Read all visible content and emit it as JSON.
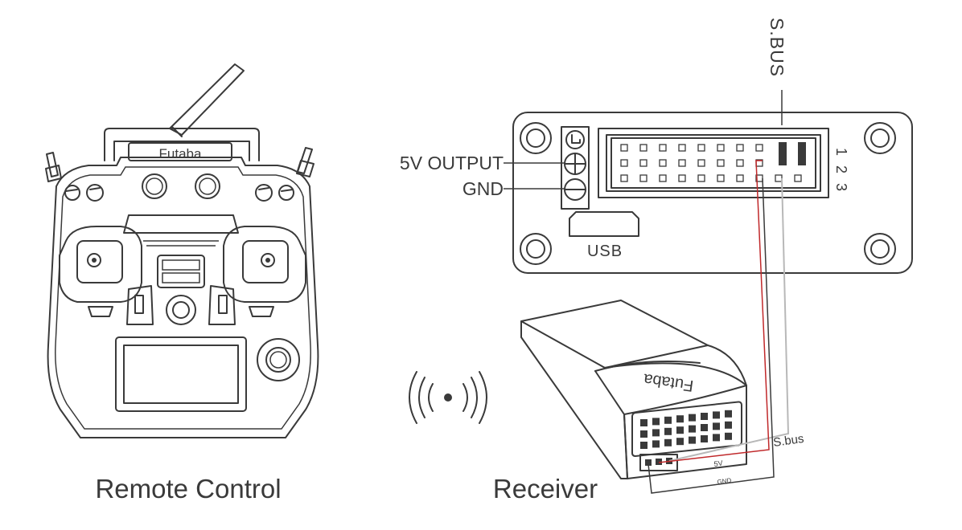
{
  "captions": {
    "remote": "Remote Control",
    "receiver": "Receiver"
  },
  "transmitter": {
    "brand": "Futaba"
  },
  "board": {
    "sbus_label": "S.BUS",
    "output_label": "5V OUTPUT",
    "gnd_label": "GND",
    "usb_label": "USB",
    "row_numbers": [
      "1",
      "2",
      "3"
    ]
  },
  "receiver": {
    "brand": "Futaba",
    "wire_labels": {
      "sbus": "S.bus",
      "v5": "5V",
      "gnd": "GND"
    }
  },
  "colors": {
    "line": "#3a3a3a",
    "wire_5v": "#c0282a",
    "wire_sbus": "#b8b8b8",
    "wire_gnd": "#3a3a3a"
  }
}
